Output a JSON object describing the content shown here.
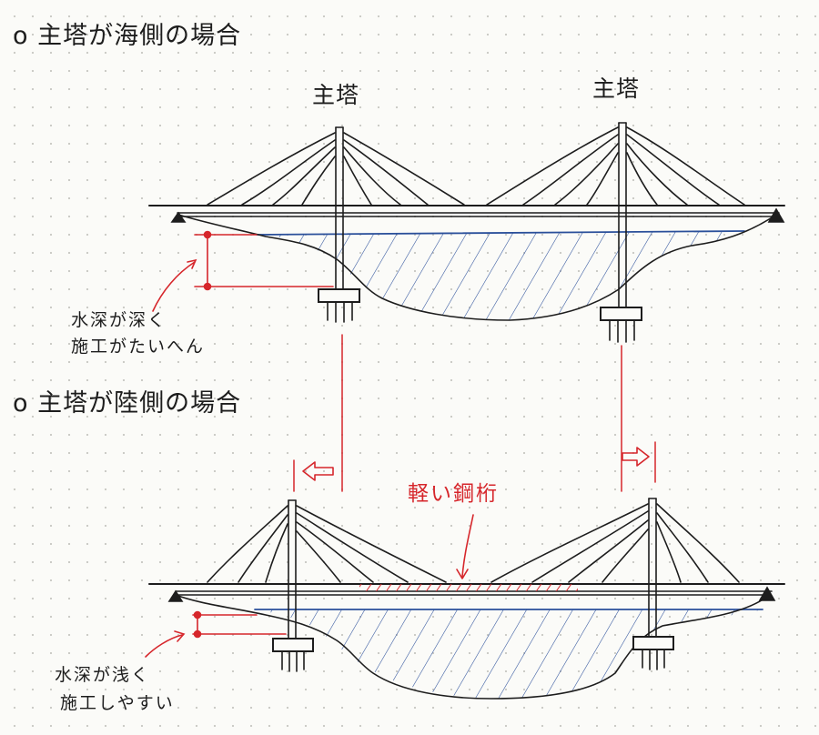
{
  "sea_case": {
    "heading": "o 主塔が海側の場合",
    "tower_label_left": "主塔",
    "tower_label_right": "主塔",
    "note_line1": "水深が深く",
    "note_line2": "施工がたいへん"
  },
  "land_case": {
    "heading": "o 主塔が陸側の場合",
    "steel_girder_label": "軽い鋼桁",
    "note_line1": "水深が浅く",
    "note_line2": "施工しやすい"
  },
  "colors": {
    "ink": "#1d1d1d",
    "annotation_red": "#d6262b",
    "water_blue": "#2a4f9a"
  }
}
